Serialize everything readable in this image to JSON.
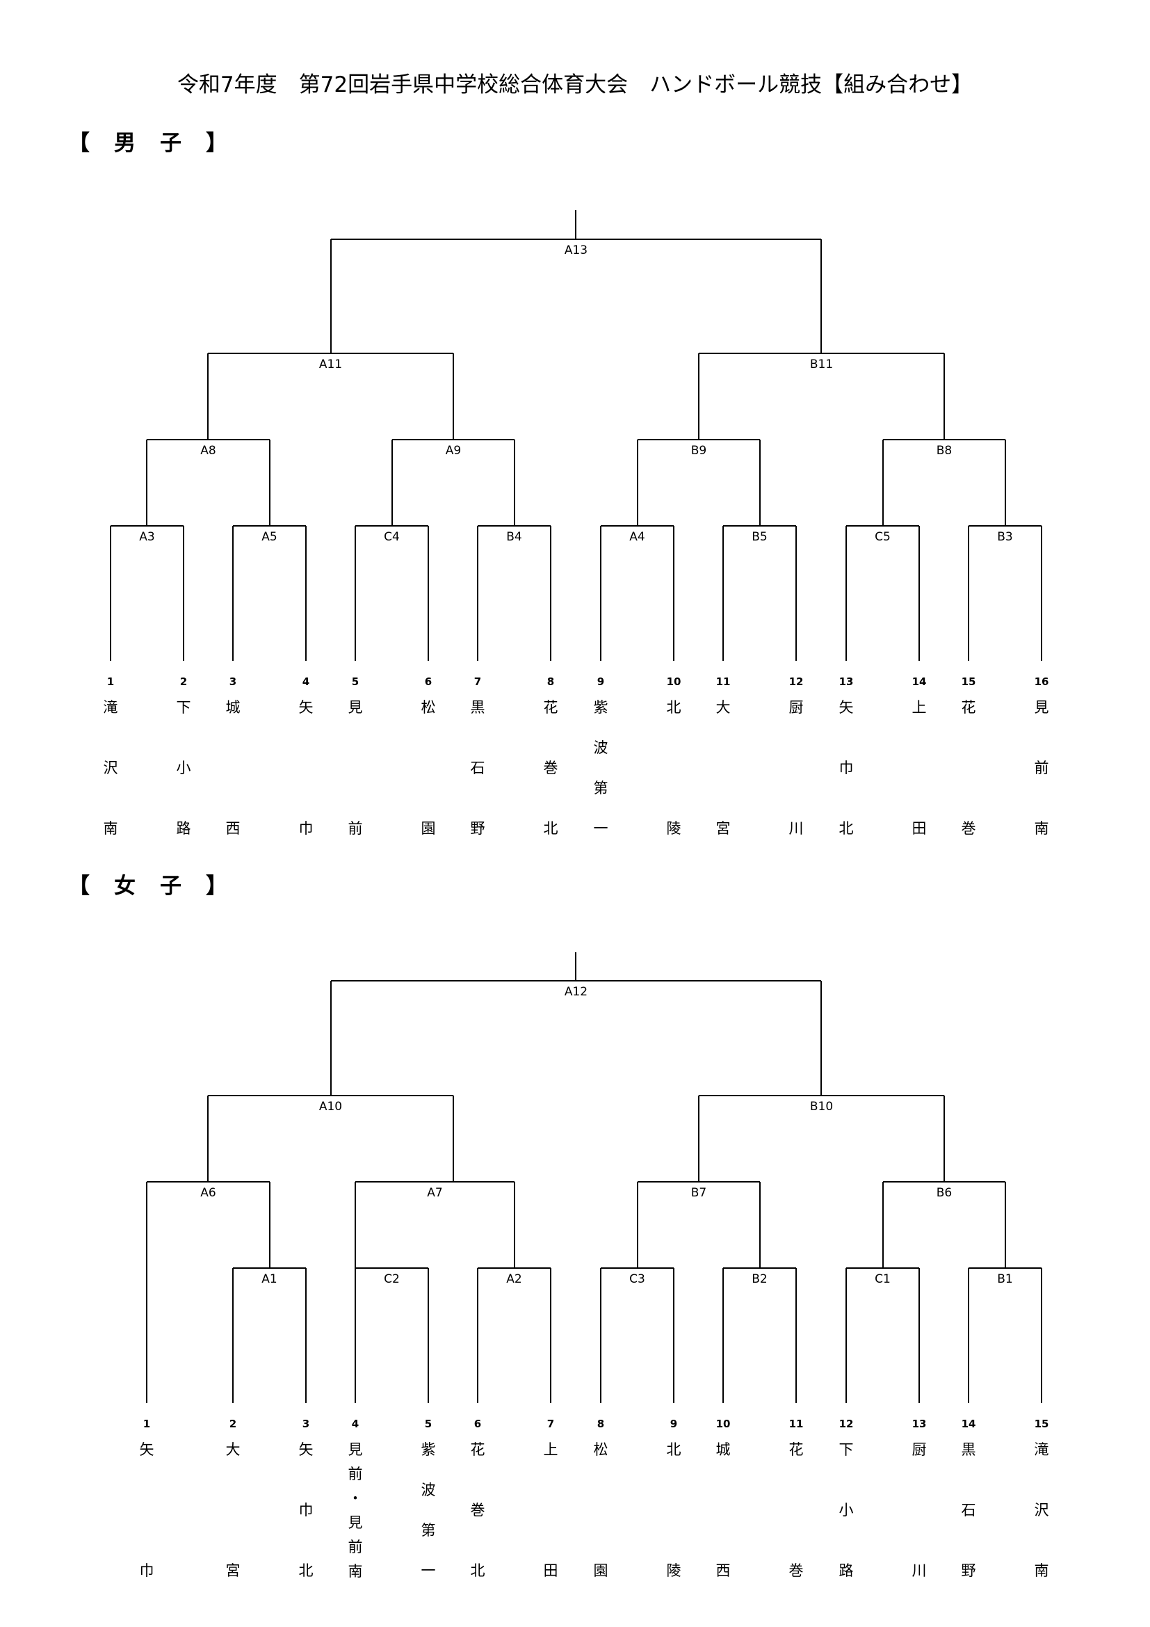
{
  "title": "令和7年度　第72回岩手県中学校総合体育大会　ハンドボール競技【組み合わせ】",
  "boys": {
    "label": "【　男　子　】",
    "matches": [
      "A13",
      "A11",
      "B11",
      "A8",
      "A9",
      "B9",
      "B8",
      "A3",
      "A5",
      "C4",
      "B4",
      "A4",
      "B5",
      "C5",
      "B3"
    ],
    "teams": [
      {
        "no": "1",
        "rows": [
          "滝",
          "沢",
          "南"
        ]
      },
      {
        "no": "2",
        "rows": [
          "下",
          "小",
          "路"
        ]
      },
      {
        "no": "3",
        "rows": [
          "城",
          "",
          "西"
        ]
      },
      {
        "no": "4",
        "rows": [
          "矢",
          "",
          "巾"
        ]
      },
      {
        "no": "5",
        "rows": [
          "見",
          "",
          "前"
        ]
      },
      {
        "no": "6",
        "rows": [
          "松",
          "",
          "園"
        ]
      },
      {
        "no": "7",
        "rows": [
          "黒",
          "石",
          "野"
        ]
      },
      {
        "no": "8",
        "rows": [
          "花",
          "巻",
          "北"
        ]
      },
      {
        "no": "9",
        "rows": [
          "紫",
          "波",
          "第",
          "一"
        ]
      },
      {
        "no": "10",
        "rows": [
          "北",
          "",
          "陵"
        ]
      },
      {
        "no": "11",
        "rows": [
          "大",
          "",
          "宮"
        ]
      },
      {
        "no": "12",
        "rows": [
          "厨",
          "",
          "川"
        ]
      },
      {
        "no": "13",
        "rows": [
          "矢",
          "巾",
          "北"
        ]
      },
      {
        "no": "14",
        "rows": [
          "上",
          "",
          "田"
        ]
      },
      {
        "no": "15",
        "rows": [
          "花",
          "",
          "巻"
        ]
      },
      {
        "no": "16",
        "rows": [
          "見",
          "前",
          "南"
        ]
      }
    ]
  },
  "girls": {
    "label": "【　女　子　】",
    "matches": [
      "A12",
      "A10",
      "B10",
      "A6",
      "A7",
      "B7",
      "B6",
      "A1",
      "C2",
      "A2",
      "C3",
      "B2",
      "C1",
      "B1"
    ],
    "teams": [
      {
        "no": "1",
        "rows": [
          "矢",
          "",
          "巾"
        ]
      },
      {
        "no": "2",
        "rows": [
          "大",
          "",
          "宮"
        ]
      },
      {
        "no": "3",
        "rows": [
          "矢",
          "巾",
          "北"
        ]
      },
      {
        "no": "4",
        "rows": [
          "見",
          "前",
          "・",
          "見",
          "前",
          "南"
        ]
      },
      {
        "no": "5",
        "rows": [
          "紫",
          "波",
          "第",
          "一"
        ]
      },
      {
        "no": "6",
        "rows": [
          "花",
          "巻",
          "北"
        ]
      },
      {
        "no": "7",
        "rows": [
          "上",
          "",
          "田"
        ]
      },
      {
        "no": "8",
        "rows": [
          "松",
          "",
          "園"
        ]
      },
      {
        "no": "9",
        "rows": [
          "北",
          "",
          "陵"
        ]
      },
      {
        "no": "10",
        "rows": [
          "城",
          "",
          "西"
        ]
      },
      {
        "no": "11",
        "rows": [
          "花",
          "",
          "巻"
        ]
      },
      {
        "no": "12",
        "rows": [
          "下",
          "小",
          "路"
        ]
      },
      {
        "no": "13",
        "rows": [
          "厨",
          "",
          "川"
        ]
      },
      {
        "no": "14",
        "rows": [
          "黒",
          "石",
          "野"
        ]
      },
      {
        "no": "15",
        "rows": [
          "滝",
          "沢",
          "南"
        ]
      }
    ]
  }
}
